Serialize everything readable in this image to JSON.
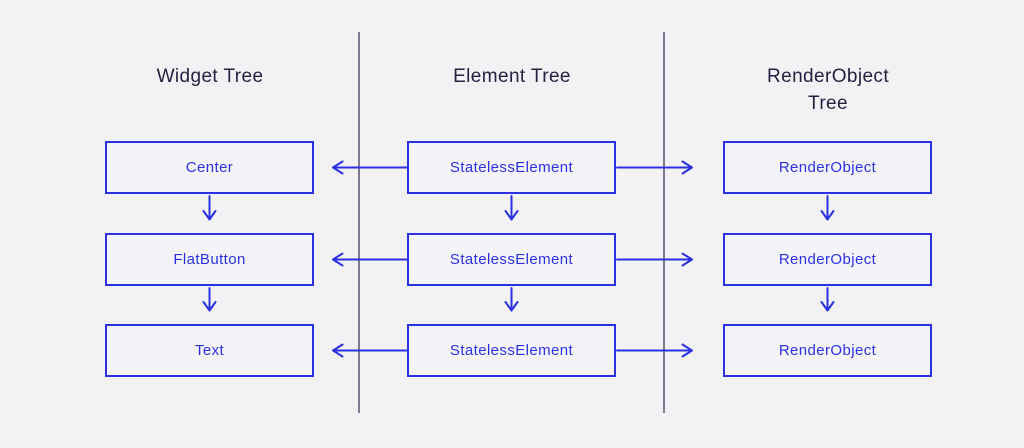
{
  "diagram": {
    "columns": [
      {
        "title": "Widget Tree",
        "nodes": [
          {
            "label": "Center"
          },
          {
            "label": "FlatButton"
          },
          {
            "label": "Text"
          }
        ]
      },
      {
        "title": "Element Tree",
        "nodes": [
          {
            "label": "StatelessElement"
          },
          {
            "label": "StatelessElement"
          },
          {
            "label": "StatelessElement"
          }
        ]
      },
      {
        "title": "RenderObject Tree",
        "nodes": [
          {
            "label": "RenderObject"
          },
          {
            "label": "RenderObject"
          },
          {
            "label": "RenderObject"
          }
        ]
      }
    ],
    "colors": {
      "accent": "#2B31E1",
      "heading": "#232240",
      "divider": "#7D7991",
      "background": "#F2F2F5",
      "box_fill": "#F4F4F8"
    }
  }
}
